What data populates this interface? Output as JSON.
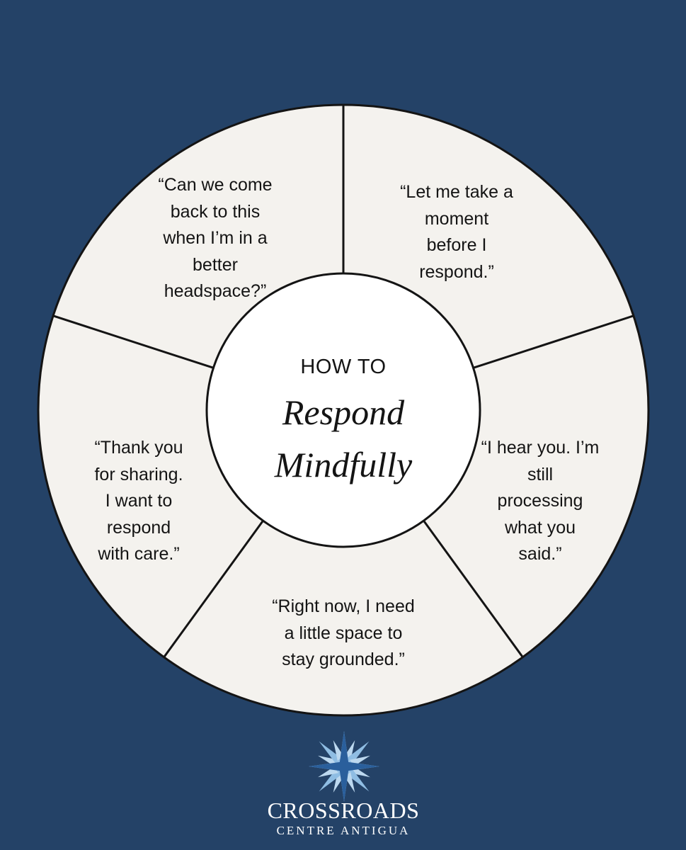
{
  "colors": {
    "background": "#244267",
    "segment_fill": "#f4f2ee",
    "hub_fill": "#ffffff",
    "line": "#141414",
    "logo_light": "#8fbde3",
    "logo_dark": "#2a5f9c"
  },
  "wheel": {
    "hub": {
      "label": "HOW TO",
      "title_line1": "Respond",
      "title_line2": "Mindfully"
    },
    "segments": [
      {
        "lines": [
          "“Let me take a",
          "moment",
          "before I",
          "respond.”"
        ]
      },
      {
        "lines": [
          "“I hear you. I’m",
          "still",
          "processing",
          "what you",
          "said.”"
        ]
      },
      {
        "lines": [
          "“Right now, I need",
          "a little space to",
          "stay grounded.”"
        ]
      },
      {
        "lines": [
          "“Thank you",
          "for sharing.",
          "I want to",
          "respond",
          "with care.”"
        ]
      },
      {
        "lines": [
          "“Can we come",
          "back to this",
          "when I’m in a",
          "better",
          "headspace?”"
        ]
      }
    ]
  },
  "brand": {
    "name": "CROSSROADS",
    "subtitle": "CENTRE ANTIGUA",
    "logo_icon": "compass-star-icon"
  }
}
